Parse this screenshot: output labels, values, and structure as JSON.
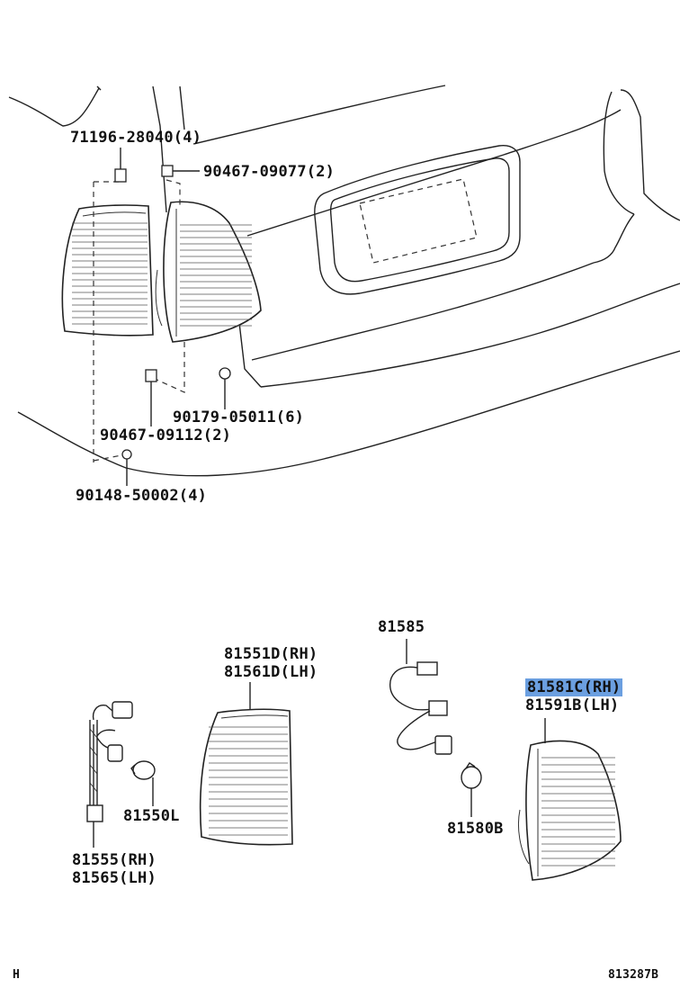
{
  "labels": {
    "p71196": "71196-28040(4)",
    "p90467a": "90467-09077(2)",
    "p90179": "90179-05011(6)",
    "p90467b": "90467-09112(2)",
    "p90148": "90148-50002(4)",
    "p81585": "81585",
    "p81551": "81551D(RH)",
    "p81561": "81561D(LH)",
    "p81581": "81581C(RH)",
    "p81591": "81591B(LH)",
    "p81550": "81550L",
    "p81580": "81580B",
    "p81555": "81555(RH)",
    "p81565": "81565(LH)",
    "corner_left": "H",
    "corner_right": "813287B"
  },
  "highlight_color": "#6b9fe0"
}
